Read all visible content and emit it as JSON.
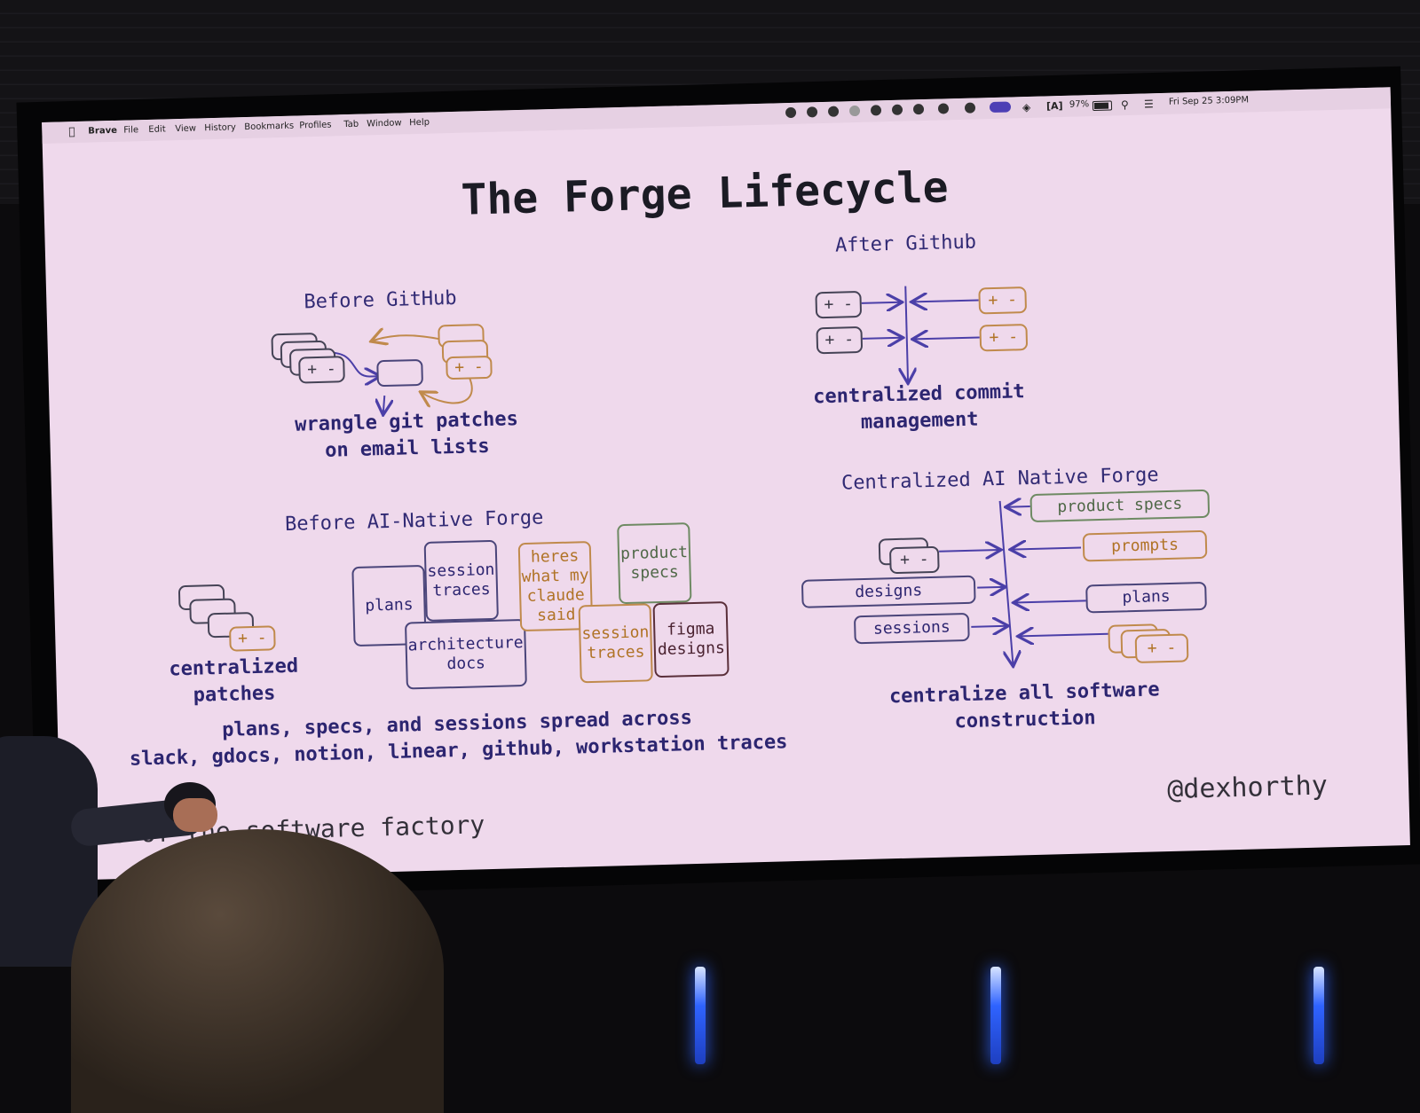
{
  "menubar": {
    "app": "Brave",
    "items": [
      "File",
      "Edit",
      "View",
      "History",
      "Bookmarks",
      "Profiles",
      "Tab",
      "Window",
      "Help"
    ],
    "battery": "97%",
    "datetime": "Fri Sep 25  3:09PM"
  },
  "slide": {
    "title": "The Forge Lifecycle",
    "before_github": {
      "heading": "Before GitHub",
      "caption_line1": "wrangle git patches",
      "caption_line2": "on email lists",
      "patch_label": "+ -"
    },
    "after_github": {
      "heading": "After Github",
      "caption_line1": "centralized commit",
      "caption_line2": "management",
      "patch_label": "+ -"
    },
    "before_ai": {
      "heading": "Before AI-Native Forge",
      "patch_label": "+ -",
      "patches_caption_line1": "centralized",
      "patches_caption_line2": "patches",
      "clusters": {
        "plans": "plans",
        "session_traces_1": "session traces",
        "heres": "heres what my claude said",
        "product_specs": "product specs",
        "architecture_docs": "architecture docs",
        "session_traces_2": "session traces",
        "figma_designs": "figma designs"
      },
      "caption_line1": "plans, specs, and sessions spread across",
      "caption_line2": "slack, gdocs, notion, linear, github, workstation traces"
    },
    "ai_native": {
      "heading": "Centralized AI Native Forge",
      "product_specs": "product specs",
      "prompts": "prompts",
      "plans": "plans",
      "designs": "designs",
      "sessions": "sessions",
      "patch_label": "+ -",
      "caption_line1": "centralize all software",
      "caption_line2": "construction"
    },
    "footer": "te of the software factory",
    "handle": "@dexhorthy"
  },
  "colors": {
    "slide_bg": "#efd9ec",
    "ink": "#2c2570",
    "orange": "#c08a4c",
    "green": "#6e8a63",
    "arrow": "#4b3fa8"
  }
}
